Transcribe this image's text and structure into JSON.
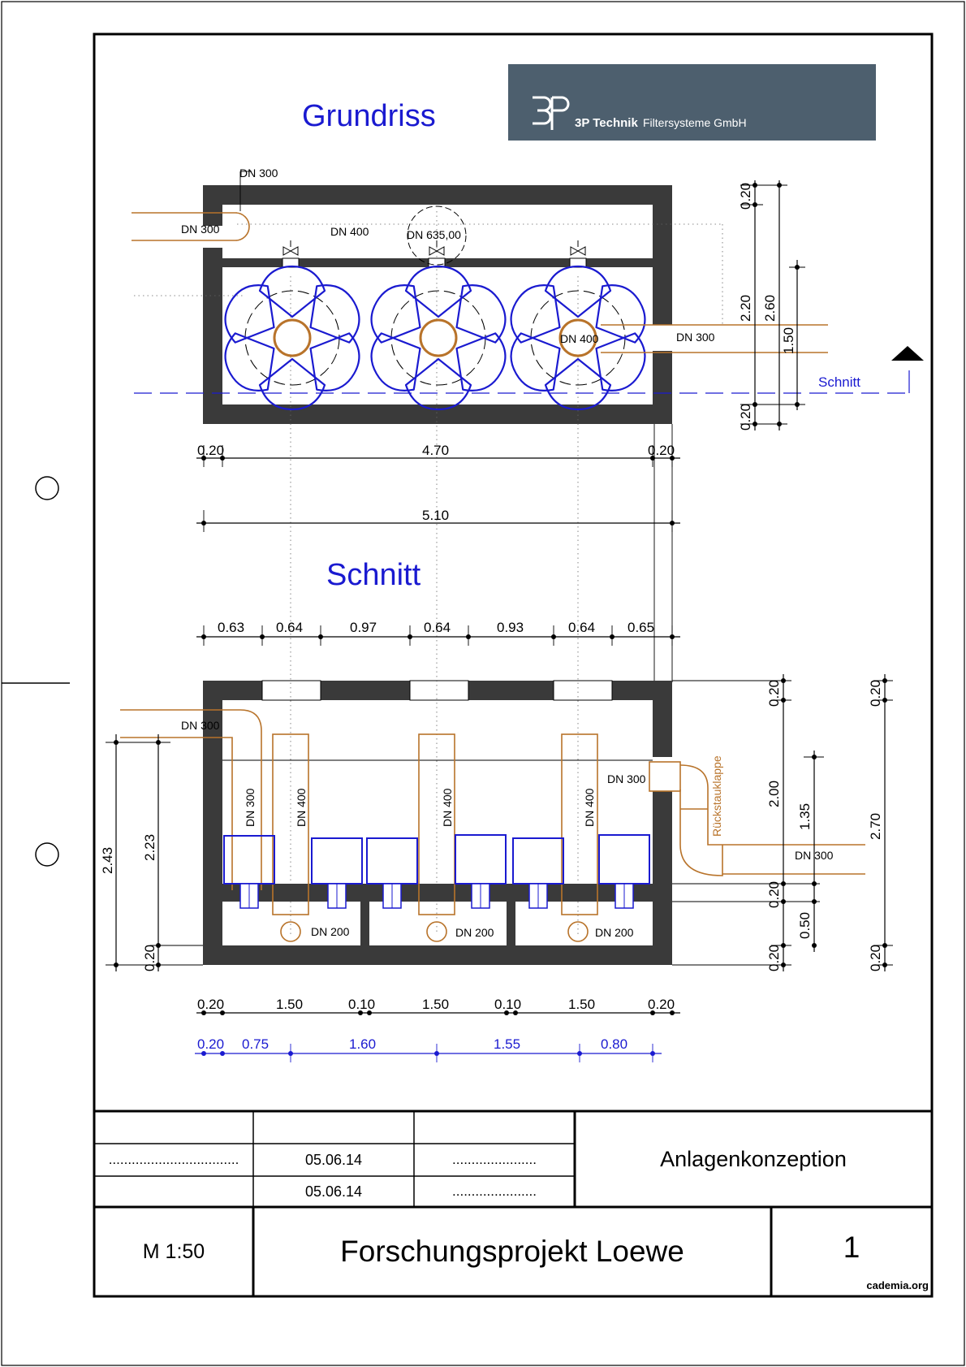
{
  "drawing": {
    "title_plan": "Grundriss",
    "title_section": "Schnitt",
    "section_marker": "Schnitt",
    "logo_text": "3P Technik Filtersysteme GmbH",
    "logo_bold": "3P Technik",
    "logo_regular": "Filtersysteme GmbH",
    "colors": {
      "wall": "#3a3a3a",
      "pipe": "#b8732a",
      "filter": "#1a1ad0",
      "title": "#1a1ad0",
      "logo_bg": "#4d5f6e"
    }
  },
  "plan": {
    "pipe_labels": {
      "dn300_top": "DN 300",
      "dn300_left": "DN 300",
      "dn400_top": "DN 400",
      "dn635": "DN 635,00",
      "dn400_center": "DN 400",
      "dn300_right": "DN 300"
    },
    "dims_bottom": {
      "left_wall": "0.20",
      "inner": "4.70",
      "right_wall": "0.20",
      "total": "5.10"
    },
    "dims_right": {
      "top": "0.20",
      "mid": "2.20",
      "total": "2.60",
      "bottom": "0.20",
      "inner": "1.50"
    }
  },
  "section": {
    "dims_top": [
      "0.63",
      "0.64",
      "0.97",
      "0.64",
      "0.93",
      "0.64",
      "0.65"
    ],
    "pipe_labels": {
      "dn300_inlet": "DN 300",
      "dn300_vertical": "DN 300",
      "dn400_a": "DN 400",
      "dn400_b": "DN 400",
      "dn400_c": "DN 400",
      "dn300_valve": "DN 300",
      "dn300_outlet": "DN 300",
      "rueckstauklappe": "Rückstauklappe",
      "dn200_a": "DN 200",
      "dn200_b": "DN 200",
      "dn200_c": "DN 200"
    },
    "dims_left": {
      "total": "2.43",
      "inner": "2.23",
      "base": "0.20"
    },
    "dims_right_a": {
      "top": "0.20",
      "mid": "2.00",
      "slab": "0.20",
      "base": "0.20"
    },
    "dims_right_b": {
      "level": "1.35",
      "low": "0.50"
    },
    "dims_right_c": {
      "top": "0.20",
      "total": "2.70",
      "base": "0.20"
    },
    "dims_bottom_black": [
      "0.20",
      "1.50",
      "0.10",
      "1.50",
      "0.10",
      "1.50",
      "0.20"
    ],
    "dims_bottom_blue": [
      "0.20",
      "0.75",
      "1.60",
      "1.55",
      "0.80"
    ]
  },
  "title_block": {
    "date_1": "05.06.14",
    "date_2": "05.06.14",
    "dots_a": "..................................",
    "dots_b": "......................",
    "dots_c": "......................",
    "description": "Anlagenkonzeption",
    "scale": "M 1:50",
    "project": "Forschungsprojekt Loewe",
    "sheet_number": "1",
    "footer": "cademia.org"
  }
}
